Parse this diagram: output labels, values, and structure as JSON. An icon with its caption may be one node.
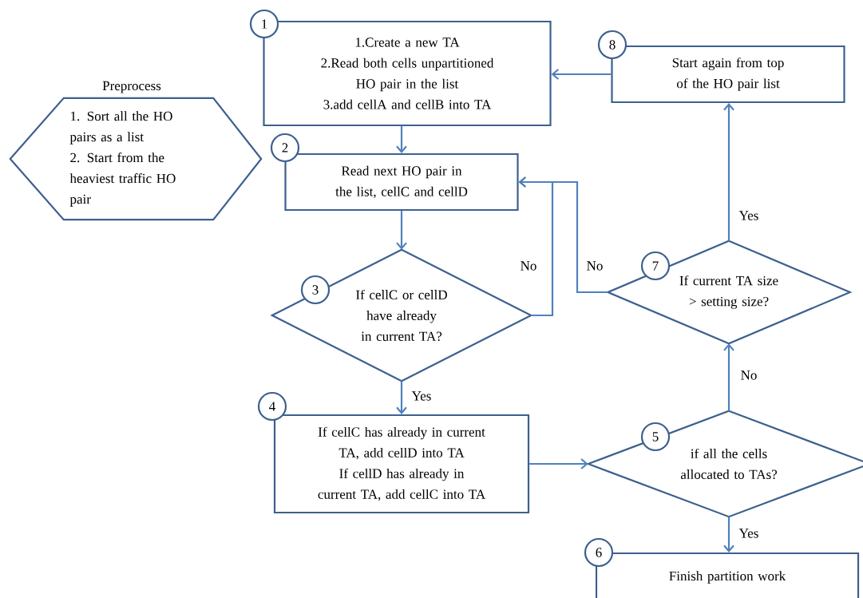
{
  "diagram": {
    "nodes": [
      {
        "text": [
          "Preprocess",
          "1. Sort all the HO pairs as a list",
          "2. Start from the heaviest traffic HO pair"
        ]
      },
      {
        "text": [
          "1.Create a new TA",
          "2.Read both cells unpartitioned HO pair in the list",
          "3.add cellA and cellB into TA"
        ]
      },
      {
        "text": [
          "1"
        ]
      },
      {
        "text": [
          "Start again from top of the HO pair list"
        ]
      },
      {
        "text": [
          "8"
        ]
      },
      {
        "text": [
          "Read next HO pair in the list, cellC and cellD"
        ]
      },
      {
        "text": [
          "2"
        ]
      },
      {
        "text": [
          "If cellC or cellD have already in current TA?"
        ]
      },
      {
        "text": [
          "3"
        ]
      },
      {
        "text": [
          "If current TA size > setting size?"
        ]
      },
      {
        "text": [
          "7"
        ]
      },
      {
        "text": [
          "If cellC has already in current TA, add cellD into TA",
          "If cellD has already in current TA, add cellC into TA"
        ]
      },
      {
        "text": [
          "4"
        ]
      },
      {
        "text": [
          "if all the cells allocated to TAs?"
        ]
      },
      {
        "text": [
          "5"
        ]
      },
      {
        "text": [
          "Finish partition work"
        ]
      },
      {
        "text": [
          "6"
        ]
      }
    ],
    "edges": [
      {
        "from": 1,
        "to": 5,
        "arrow": "to"
      },
      {
        "from": 3,
        "to": 1,
        "arrow": "to"
      },
      {
        "from": 5,
        "to": 7,
        "arrow": "to"
      },
      {
        "from": 7,
        "to": 5,
        "arrow": "to",
        "label": "No"
      },
      {
        "from": 9,
        "to": 5,
        "arrow": "to",
        "label": "No"
      },
      {
        "from": 7,
        "to": 11,
        "arrow": "to",
        "label": "Yes"
      },
      {
        "from": 11,
        "to": 13,
        "arrow": "to"
      },
      {
        "from": 13,
        "to": 9,
        "arrow": "to",
        "label": "No"
      },
      {
        "from": 13,
        "to": 15,
        "arrow": "to",
        "label": "Yes"
      },
      {
        "from": 9,
        "to": 3,
        "arrow": "to",
        "label": "Yes"
      }
    ]
  }
}
